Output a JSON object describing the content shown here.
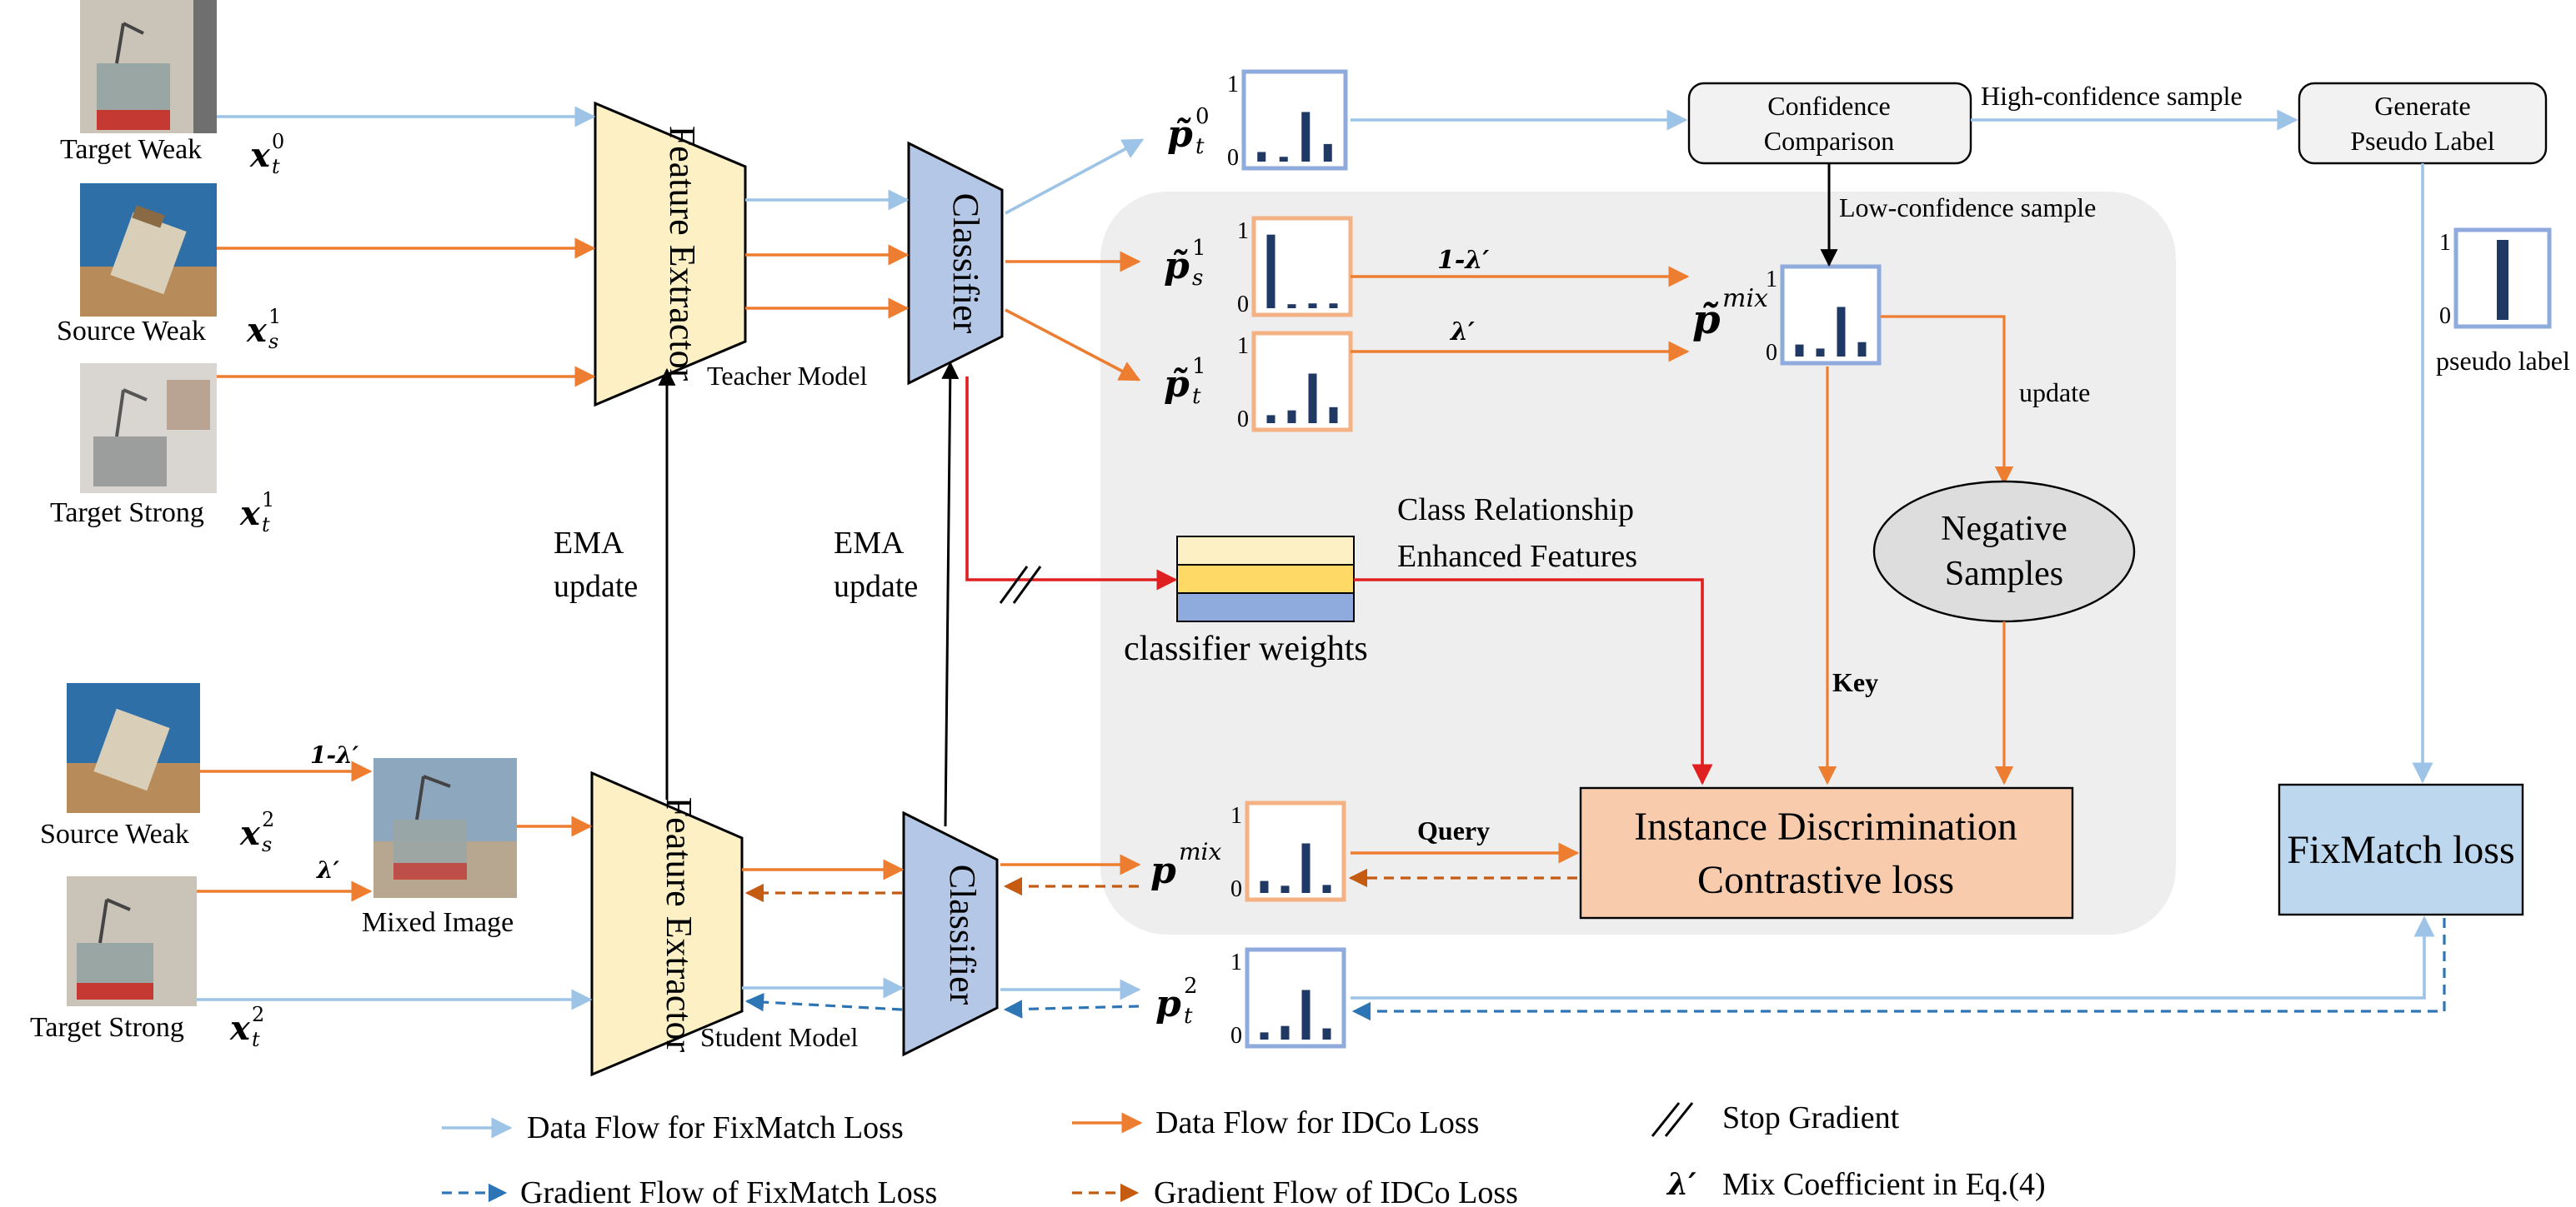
{
  "colors": {
    "fixmatch_flow": "#9dc3e6",
    "idco_flow": "#ed7d31",
    "stop_gradient_flow": "#e02020",
    "gradient_fixmatch": "#2e75b6",
    "gradient_idco": "#c55a11",
    "feature_extractor_fill": "#fdf0c4",
    "classifier_fill": "#b4c7e7",
    "contrastive_fill": "#f8cbad",
    "fixmatch_fill": "#bdd7ee",
    "panel_fill": "#eeeeee",
    "negative_fill": "#dddddd",
    "bar_fill": "#1f3864"
  },
  "inputs": {
    "target_weak_top": {
      "label": "Target Weak",
      "symbol": "x",
      "sup": "0",
      "sub": "t"
    },
    "source_weak_top": {
      "label": "Source Weak",
      "symbol": "x",
      "sup": "1",
      "sub": "s"
    },
    "target_strong_top": {
      "label": "Target Strong",
      "symbol": "x",
      "sup": "1",
      "sub": "t"
    },
    "source_weak_bottom": {
      "label": "Source Weak",
      "symbol": "x",
      "sup": "2",
      "sub": "s"
    },
    "target_strong_bottom": {
      "label": "Target Strong",
      "symbol": "x",
      "sup": "2",
      "sub": "t"
    },
    "mixed_image": "Mixed Image",
    "mix_top_label": "1-λ′",
    "mix_bottom_label": "λ′"
  },
  "teacher": {
    "feature_extractor": "Feature Extractor",
    "classifier": "Classifier",
    "model_label": "Teacher Model"
  },
  "student": {
    "feature_extractor": "Feature Extractor",
    "classifier": "Classifier",
    "model_label": "Student Model"
  },
  "ema": {
    "line1": "EMA",
    "line2": "update"
  },
  "predictions": {
    "p_t0": {
      "base": "p̃",
      "sup": "0",
      "sub": "t",
      "bars": [
        0.12,
        0.06,
        0.62,
        0.22
      ]
    },
    "p_s1": {
      "base": "p̃",
      "sup": "1",
      "sub": "s",
      "bars": [
        0.92,
        0.05,
        0.06,
        0.06
      ]
    },
    "p_t1": {
      "base": "p̃",
      "sup": "1",
      "sub": "t",
      "bars": [
        0.1,
        0.16,
        0.62,
        0.2
      ]
    },
    "p_mix_tilde": {
      "base": "p̃",
      "sup": "mix",
      "bars": [
        0.15,
        0.1,
        0.62,
        0.18
      ]
    },
    "p_mix": {
      "base": "p",
      "sup": "mix",
      "bars": [
        0.15,
        0.09,
        0.62,
        0.1
      ]
    },
    "p_t2": {
      "base": "p",
      "sup": "2",
      "sub": "t",
      "bars": [
        0.09,
        0.17,
        0.62,
        0.14
      ]
    },
    "pseudo": {
      "bars": [
        1.0
      ]
    },
    "axis_top": "1",
    "axis_bottom": "0"
  },
  "mix_weights": {
    "upper": "1-λ′",
    "lower": "λ′"
  },
  "confidence": {
    "box": {
      "line1": "Confidence",
      "line2": "Comparison"
    },
    "high": "High-confidence sample",
    "low": "Low-confidence sample"
  },
  "pseudo_label": {
    "box": {
      "line1": "Generate",
      "line2": "Pseudo Label"
    },
    "caption": "pseudo label"
  },
  "update_label": "update",
  "negative": {
    "line1": "Negative",
    "line2": "Samples"
  },
  "key_label": "Key",
  "query_label": "Query",
  "class_relationship": {
    "line1": "Class Relationship",
    "line2": "Enhanced Features"
  },
  "classifier_weights": "classifier weights",
  "contrastive": {
    "line1": "Instance Discrimination",
    "line2": "Contrastive loss"
  },
  "fixmatch_loss": "FixMatch loss",
  "legend": {
    "fixmatch_data": "Data Flow for FixMatch Loss",
    "idco_data": "Data Flow for IDCo Loss",
    "stop_gradient": "Stop Gradient",
    "fixmatch_grad": "Gradient Flow of FixMatch Loss",
    "idco_grad": "Gradient Flow of IDCo Loss",
    "lambda_symbol": "λ′",
    "lambda_desc": "Mix Coefficient in Eq.(4)"
  }
}
